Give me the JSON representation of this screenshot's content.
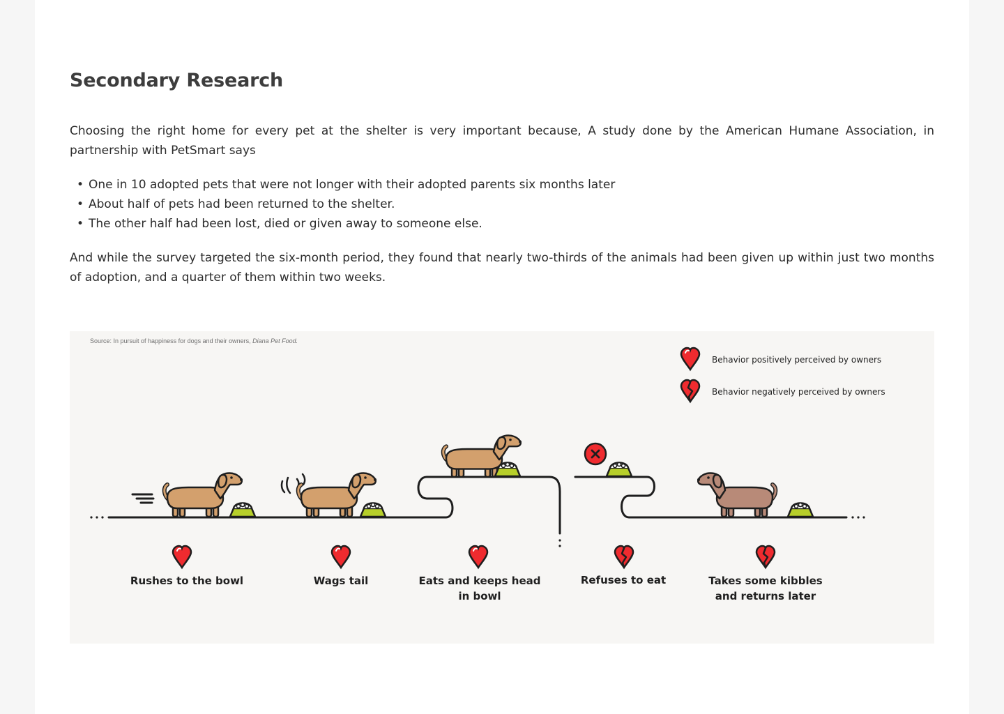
{
  "section": {
    "title": "Secondary Research",
    "intro": "Choosing the right home for every pet at the shelter is very important because, A study done by the American Humane Association, in partnership with PetSmart says",
    "bullets": [
      "One in 10 adopted pets that were not longer with their adopted parents six months later",
      "About half of pets had been returned to the shelter.",
      "The other half had been lost, died or given away to someone else."
    ],
    "bullet_glyph": "•",
    "outro": "And while the survey targeted the six-month period, they found that nearly two-thirds of the animals had been given up within just two months of adoption, and a quarter of them within two weeks."
  },
  "figure": {
    "source_prefix": "Source: In pursuit of happiness for dogs and their owners, ",
    "source_italic": "Diana Pet Food.",
    "legend": {
      "positive": "Behavior positively perceived by owners",
      "negative": "Behavior negatively perceived by owners"
    },
    "steps": [
      {
        "label": "Rushes to the bowl",
        "perception": "positive",
        "icon": "heart-icon"
      },
      {
        "label": "Wags tail",
        "perception": "positive",
        "icon": "heart-icon"
      },
      {
        "label": "Eats and keeps head\nin bowl",
        "perception": "positive",
        "icon": "heart-icon"
      },
      {
        "label": "Refuses to eat",
        "perception": "negative",
        "icon": "broken-heart-icon"
      },
      {
        "label": "Takes some kibbles\nand returns later",
        "perception": "negative",
        "icon": "broken-heart-icon"
      }
    ],
    "colors": {
      "heart": "#ef2b2f",
      "outline": "#1e1e1e",
      "dog": "#d3a06d",
      "dog_last": "#b88a78",
      "bowl": "#b7cf2a",
      "background": "#f7f6f4"
    }
  }
}
